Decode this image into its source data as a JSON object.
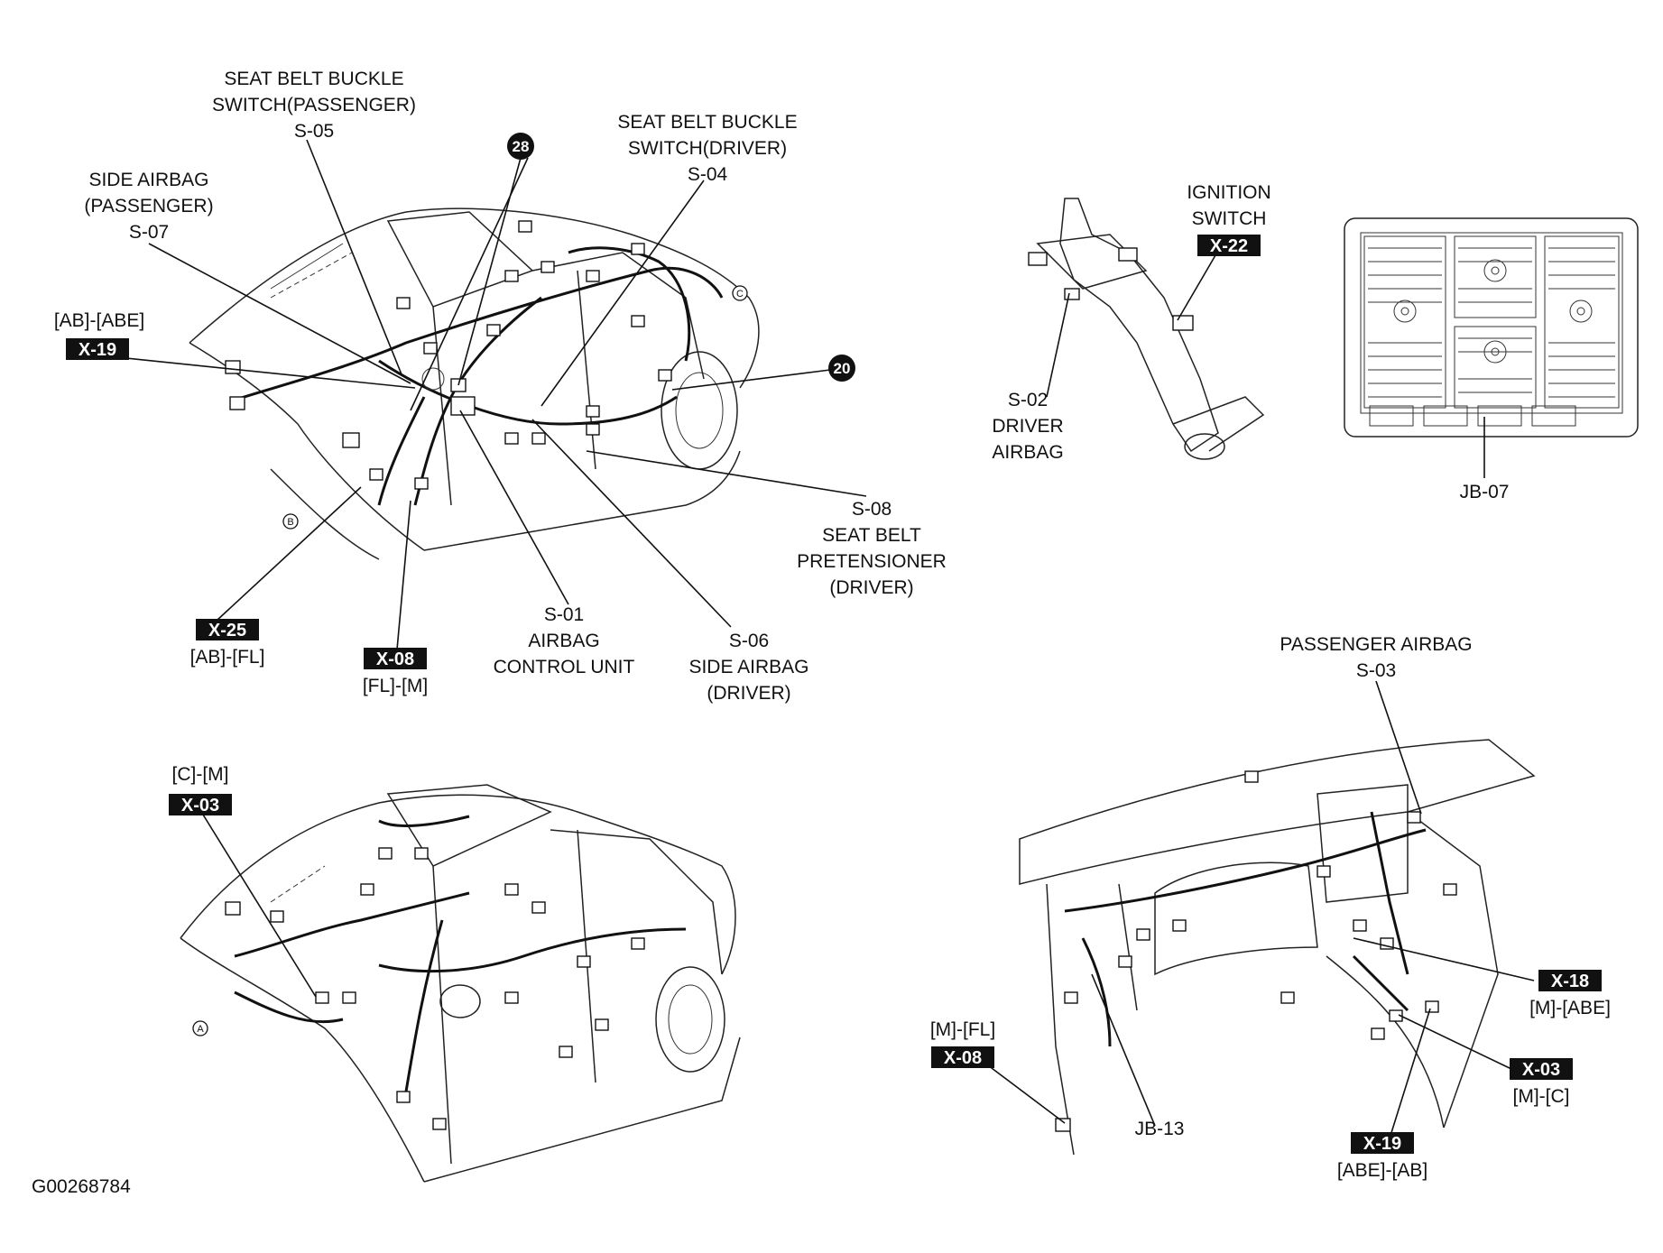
{
  "labels": {
    "s05": [
      "SEAT BELT BUCKLE",
      "SWITCH(PASSENGER)",
      "S-05"
    ],
    "s04": [
      "SEAT BELT BUCKLE",
      "SWITCH(DRIVER)",
      "S-04"
    ],
    "s07": [
      "SIDE AIRBAG",
      "(PASSENGER)",
      "S-07"
    ],
    "x19_top": "[AB]-[ABE]",
    "s08": [
      "S-08",
      "SEAT BELT",
      "PRETENSIONER",
      "(DRIVER)"
    ],
    "s01": [
      "S-01",
      "AIRBAG",
      "CONTROL UNIT"
    ],
    "s06": [
      "S-06",
      "SIDE AIRBAG",
      "(DRIVER)"
    ],
    "x25": "[AB]-[FL]",
    "x08_left": "[FL]-[M]",
    "ignition": [
      "IGNITION",
      "SWITCH"
    ],
    "s02": [
      "S-02",
      "DRIVER",
      "AIRBAG"
    ],
    "jb07": "JB-07",
    "cm": "[C]-[M]",
    "s03": [
      "PASSENGER AIRBAG",
      "S-03"
    ],
    "x18": "[M]-[ABE]",
    "mfl": "[M]-[FL]",
    "x03_right": "[M]-[C]",
    "jb13": "JB-13",
    "x19_bottom": "[ABE]-[AB]",
    "code": "G00268784"
  },
  "tags": {
    "x19_top": "X-19",
    "x25": "X-25",
    "x08_left": "X-08",
    "x22": "X-22",
    "x03_left": "X-03",
    "x18": "X-18",
    "x08_right": "X-08",
    "x03_right": "X-03",
    "x19_bottom": "X-19"
  },
  "callouts": {
    "c28": "28",
    "c20": "20",
    "cB": "B",
    "cC": "C",
    "cA": "A"
  }
}
